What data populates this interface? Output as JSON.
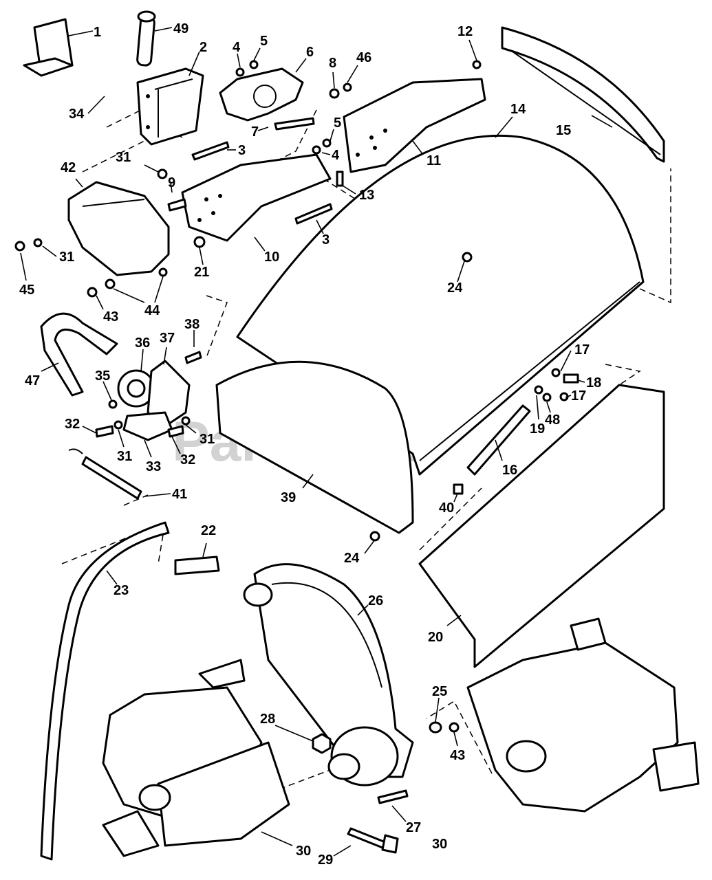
{
  "watermark": "PartsTree",
  "callouts": [
    {
      "id": "c1",
      "label": "1"
    },
    {
      "id": "c49",
      "label": "49"
    },
    {
      "id": "c2",
      "label": "2"
    },
    {
      "id": "c4a",
      "label": "4"
    },
    {
      "id": "c5a",
      "label": "5"
    },
    {
      "id": "c6",
      "label": "6"
    },
    {
      "id": "c8",
      "label": "8"
    },
    {
      "id": "c46",
      "label": "46"
    },
    {
      "id": "c12",
      "label": "12"
    },
    {
      "id": "c34",
      "label": "34"
    },
    {
      "id": "c7",
      "label": "7"
    },
    {
      "id": "c5b",
      "label": "5"
    },
    {
      "id": "c4b",
      "label": "4"
    },
    {
      "id": "c14",
      "label": "14"
    },
    {
      "id": "c15",
      "label": "15"
    },
    {
      "id": "c31a",
      "label": "31"
    },
    {
      "id": "c3a",
      "label": "3"
    },
    {
      "id": "c11",
      "label": "11"
    },
    {
      "id": "c42",
      "label": "42"
    },
    {
      "id": "c9",
      "label": "9"
    },
    {
      "id": "c13",
      "label": "13"
    },
    {
      "id": "c31b",
      "label": "31"
    },
    {
      "id": "c3b",
      "label": "3"
    },
    {
      "id": "c45",
      "label": "45"
    },
    {
      "id": "c10",
      "label": "10"
    },
    {
      "id": "c21",
      "label": "21"
    },
    {
      "id": "c24a",
      "label": "24"
    },
    {
      "id": "c43a",
      "label": "43"
    },
    {
      "id": "c44",
      "label": "44"
    },
    {
      "id": "c38",
      "label": "38"
    },
    {
      "id": "c36",
      "label": "36"
    },
    {
      "id": "c37",
      "label": "37"
    },
    {
      "id": "c47",
      "label": "47"
    },
    {
      "id": "c35",
      "label": "35"
    },
    {
      "id": "c17a",
      "label": "17"
    },
    {
      "id": "c18",
      "label": "18"
    },
    {
      "id": "c17b",
      "label": "17"
    },
    {
      "id": "c48",
      "label": "48"
    },
    {
      "id": "c19",
      "label": "19"
    },
    {
      "id": "c32a",
      "label": "32"
    },
    {
      "id": "c31c",
      "label": "31"
    },
    {
      "id": "c31d",
      "label": "31"
    },
    {
      "id": "c32b",
      "label": "32"
    },
    {
      "id": "c33",
      "label": "33"
    },
    {
      "id": "c16",
      "label": "16"
    },
    {
      "id": "c41",
      "label": "41"
    },
    {
      "id": "c39",
      "label": "39"
    },
    {
      "id": "c40",
      "label": "40"
    },
    {
      "id": "c22",
      "label": "22"
    },
    {
      "id": "c24b",
      "label": "24"
    },
    {
      "id": "c23",
      "label": "23"
    },
    {
      "id": "c26",
      "label": "26"
    },
    {
      "id": "c20",
      "label": "20"
    },
    {
      "id": "c25",
      "label": "25"
    },
    {
      "id": "c28",
      "label": "28"
    },
    {
      "id": "c43b",
      "label": "43"
    },
    {
      "id": "c27",
      "label": "27"
    },
    {
      "id": "c30a",
      "label": "30"
    },
    {
      "id": "c29",
      "label": "29"
    },
    {
      "id": "c30b",
      "label": "30"
    }
  ]
}
